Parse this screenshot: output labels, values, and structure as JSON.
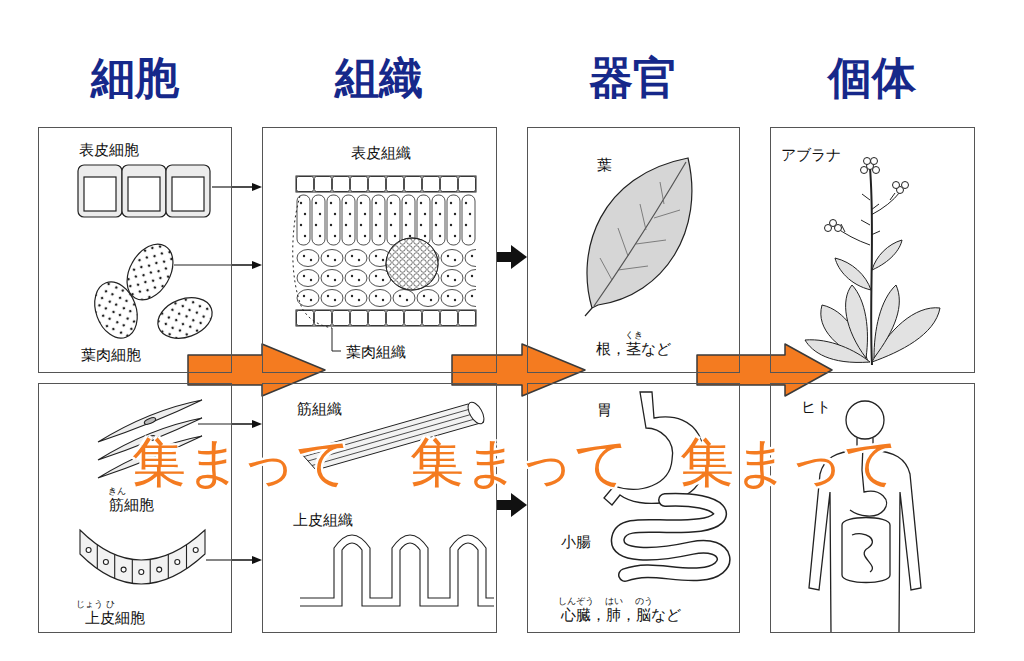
{
  "diagram": {
    "nodes": [
      {
        "text": [
          "表皮細胞",
          "葉肉細胞"
        ]
      },
      {
        "text": [
          "表皮組織",
          "葉肉組織"
        ]
      },
      {
        "text": [
          "葉",
          "根，茎など"
        ]
      },
      {
        "text": [
          "アブラナ"
        ]
      },
      {
        "text": [
          "筋細胞",
          "上皮細胞"
        ]
      },
      {
        "text": [
          "筋組織",
          "上皮組織"
        ]
      },
      {
        "text": [
          "胃",
          "小腸",
          "心臓，肺，脳など"
        ]
      },
      {
        "text": [
          "ヒト"
        ]
      }
    ],
    "edges": [
      {
        "from": 0,
        "to": 1,
        "arrow": "to"
      },
      {
        "from": 0,
        "to": 1,
        "arrow": "to"
      },
      {
        "from": 1,
        "to": 2,
        "arrow": "to"
      },
      {
        "from": 4,
        "to": 5,
        "arrow": "to"
      },
      {
        "from": 4,
        "to": 5,
        "arrow": "to"
      },
      {
        "from": 5,
        "to": 6,
        "arrow": "to"
      }
    ],
    "labels": [
      "細胞",
      "組織",
      "器官",
      "個体",
      "くき",
      "きん",
      "じょう",
      "ひ",
      "しんぞう",
      "はい",
      "のう",
      "集まって",
      "集まって",
      "集まって"
    ]
  }
}
